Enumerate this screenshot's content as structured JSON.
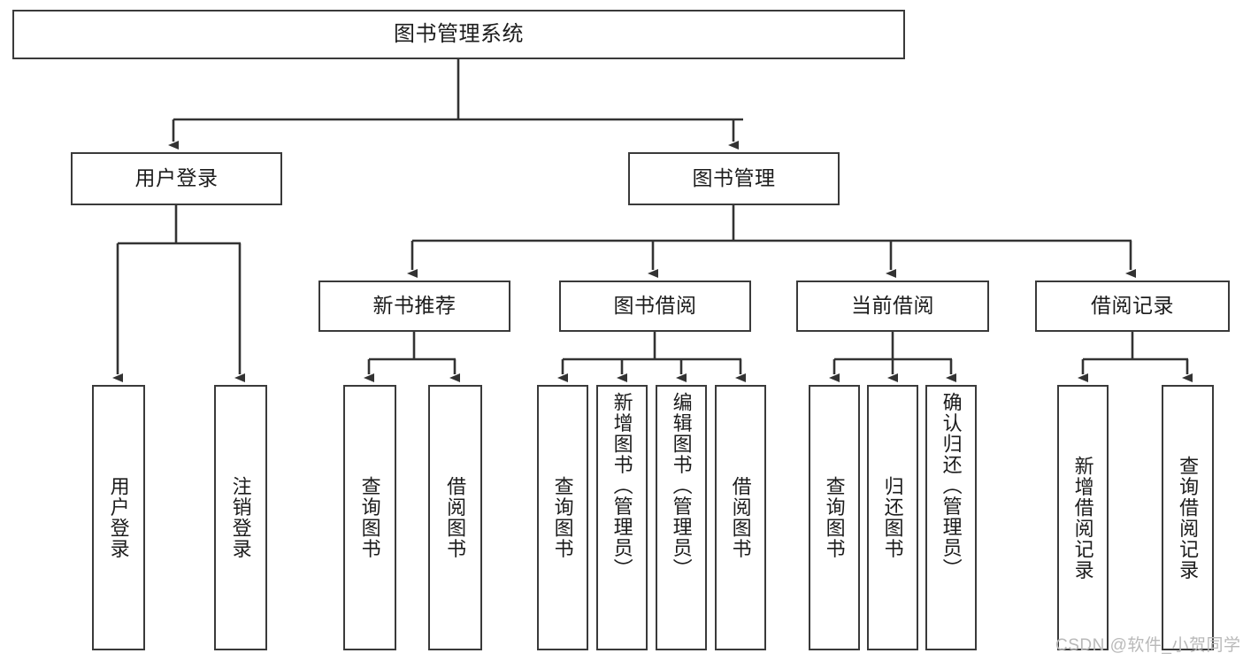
{
  "diagram": {
    "type": "hierarchy-tree",
    "title": "图书管理系统",
    "colors": {
      "box_border": "#3a3a3a",
      "box_fill": "#ffffff",
      "connector": "#333333",
      "text": "#1c1c1c",
      "watermark": "#b9b9b9",
      "background": "#ffffff"
    },
    "levels": {
      "root": {
        "label": "图书管理系统"
      },
      "level2": [
        {
          "label": "用户登录"
        },
        {
          "label": "图书管理"
        }
      ],
      "level3": [
        {
          "label": "新书推荐"
        },
        {
          "label": "图书借阅"
        },
        {
          "label": "当前借阅"
        },
        {
          "label": "借阅记录"
        }
      ],
      "level4": {
        "user_login_children": [
          {
            "label": "用户登录"
          },
          {
            "label": "注销登录"
          }
        ],
        "new_book_children": [
          {
            "label": "查询图书"
          },
          {
            "label": "借阅图书"
          }
        ],
        "borrow_book_children": [
          {
            "label": "查询图书"
          },
          {
            "label": "新增图书（管理员）"
          },
          {
            "label": "编辑图书（管理员）"
          },
          {
            "label": "借阅图书"
          }
        ],
        "current_borrow_children": [
          {
            "label": "查询图书"
          },
          {
            "label": "归还图书"
          },
          {
            "label": "确认归还（管理员）"
          }
        ],
        "borrow_record_children": [
          {
            "label": "新增借阅记录"
          },
          {
            "label": "查询借阅记录"
          }
        ]
      }
    },
    "watermark": "CSDN @软件_小贺同学"
  }
}
